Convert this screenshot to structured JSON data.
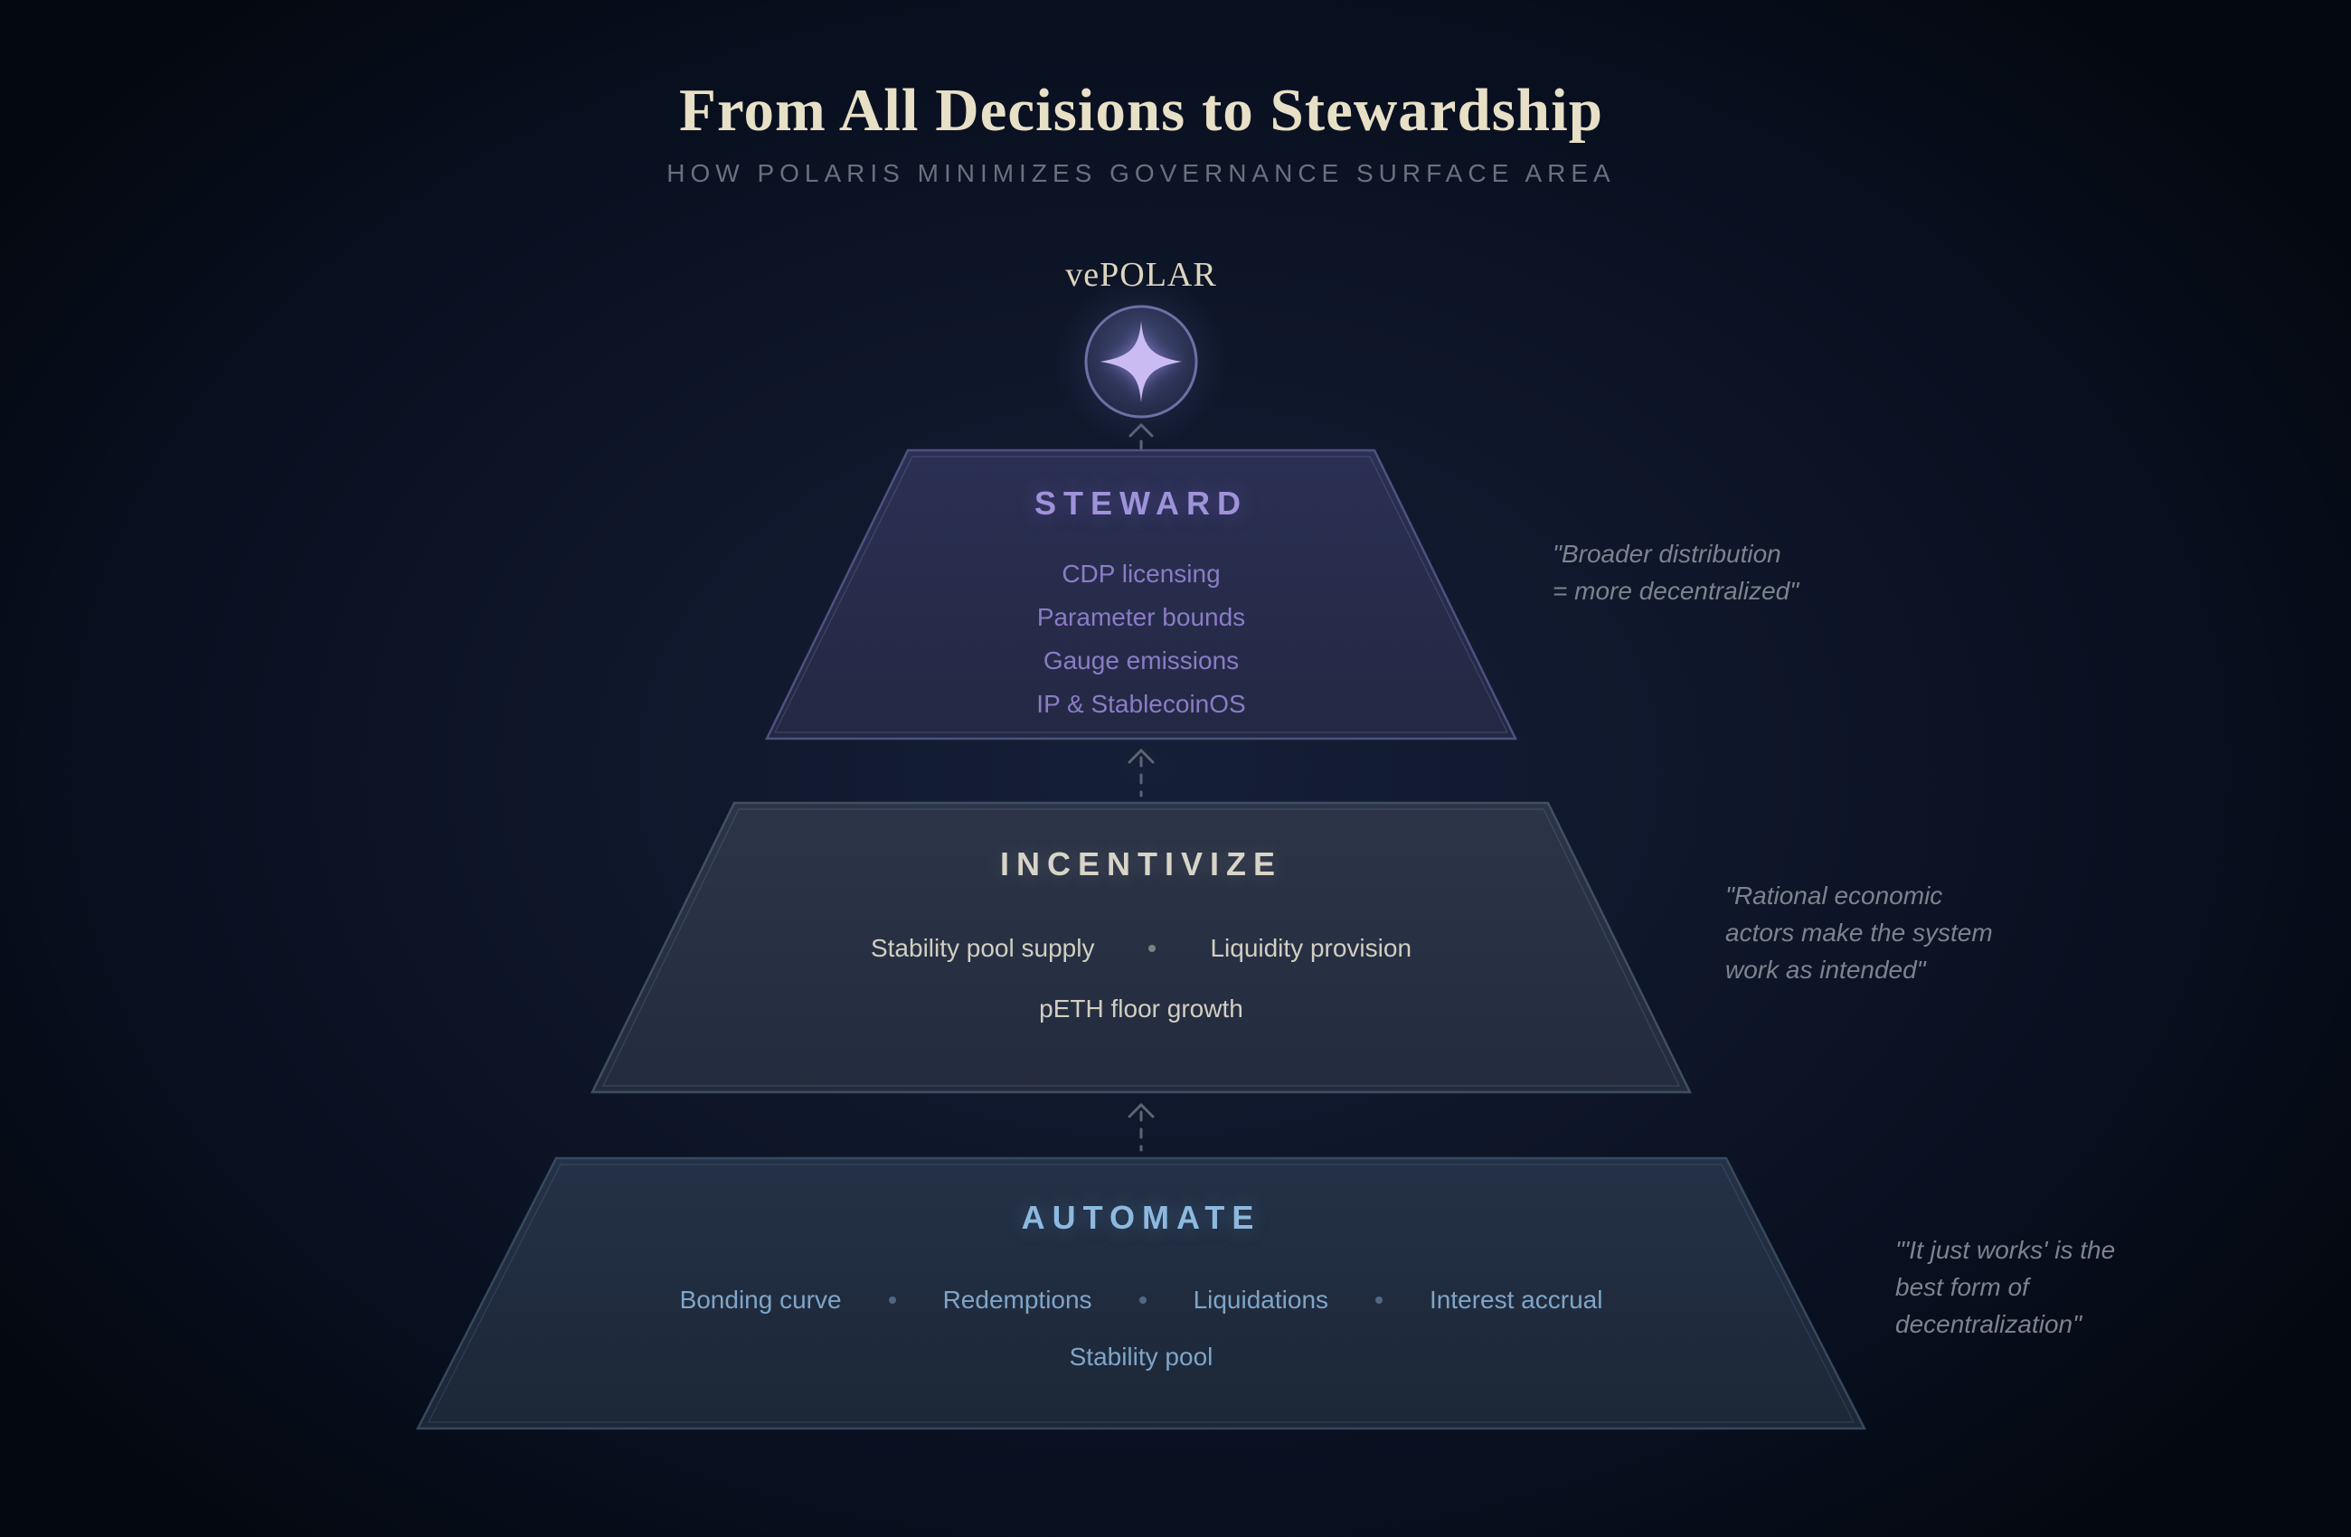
{
  "header": {
    "title": "From All Decisions to Stewardship",
    "subtitle": "HOW POLARIS MINIMIZES GOVERNANCE SURFACE AREA"
  },
  "apex": {
    "label": "vePOLAR",
    "icon": "compass-star-icon"
  },
  "layers": {
    "steward": {
      "heading": "STEWARD",
      "items": [
        "CDP licensing",
        "Parameter bounds",
        "Gauge emissions",
        "IP & StablecoinOS"
      ],
      "quote_lines": [
        "\"Broader distribution",
        "= more decentralized\""
      ]
    },
    "incentivize": {
      "heading": "INCENTIVIZE",
      "row1": [
        "Stability pool supply",
        "Liquidity provision"
      ],
      "row2": "pETH floor growth",
      "quote_lines": [
        "\"Rational economic",
        "actors make the system",
        "work as intended\""
      ]
    },
    "automate": {
      "heading": "AUTOMATE",
      "row1": [
        "Bonding curve",
        "Redemptions",
        "Liquidations",
        "Interest accrual"
      ],
      "row2": "Stability pool",
      "quote_lines": [
        "\"'It just works' is the",
        "best form of",
        "decentralization\""
      ]
    }
  },
  "palette": {
    "background_center": "#151f38",
    "background_edge": "#04080f",
    "title_text": "#e8e0c6",
    "subtitle_text": "#6a717d",
    "quote_text": "#7d838e",
    "arrow": "#5d6572",
    "apex_ring": "#6f6fa6",
    "apex_star": "#c9baf4",
    "steward_heading": "#9f92d9",
    "steward_item": "#8a7cc6",
    "steward_fill": "#2a2f51",
    "steward_border": "#565c88",
    "incentivize_heading": "#d8d4c7",
    "incentivize_item": "#d2cfc2",
    "incentivize_fill": "#2b3447",
    "incentivize_border": "#475769",
    "automate_heading": "#8db9df",
    "automate_item": "#7fa5c8",
    "automate_fill": "#243146",
    "automate_border": "#3c5067"
  }
}
